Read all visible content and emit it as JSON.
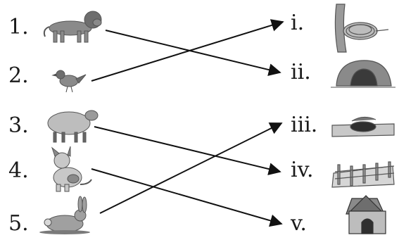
{
  "left_items": [
    {
      "number": "1.",
      "animal": "lion"
    },
    {
      "number": "2.",
      "animal": "bird"
    },
    {
      "number": "3.",
      "animal": "sheep"
    },
    {
      "number": "4.",
      "animal": "dog"
    },
    {
      "number": "5.",
      "animal": "rabbit"
    }
  ],
  "right_items": [
    {
      "numeral": "i.",
      "home": "nest"
    },
    {
      "numeral": "ii.",
      "home": "cave"
    },
    {
      "numeral": "iii.",
      "home": "burrow"
    },
    {
      "numeral": "iv.",
      "home": "fenced-pen"
    },
    {
      "numeral": "v.",
      "home": "kennel"
    }
  ],
  "matches": [
    {
      "from": "1.",
      "to": "ii."
    },
    {
      "from": "2.",
      "to": "i."
    },
    {
      "from": "3.",
      "to": "iv."
    },
    {
      "from": "4.",
      "to": "v."
    },
    {
      "from": "5.",
      "to": "iii."
    }
  ],
  "colors": {
    "ink": "#1a1a1a",
    "line": "#111111",
    "picture": "#8a8a8a",
    "picture_dark": "#555555"
  }
}
